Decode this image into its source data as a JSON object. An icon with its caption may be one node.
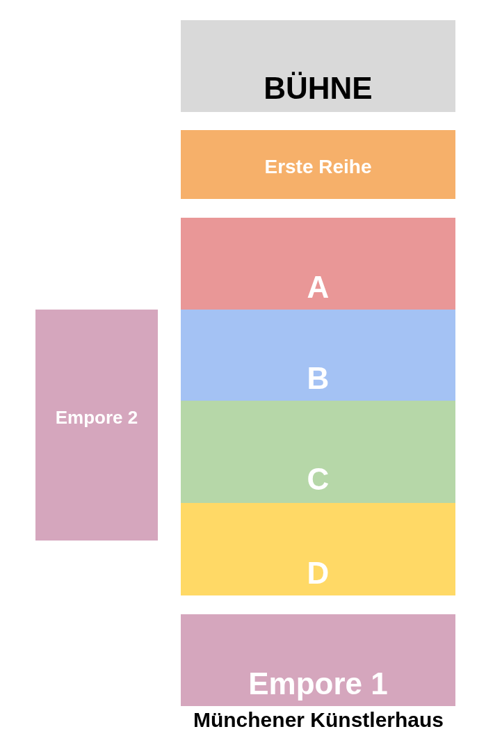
{
  "diagram": {
    "caption": "Münchener Künstlerhaus",
    "nodes": [
      {
        "text": [
          "BÜHNE"
        ]
      },
      {
        "text": [
          "Erste Reihe"
        ]
      },
      {
        "text": [
          "A"
        ]
      },
      {
        "text": [
          "Empore 2"
        ]
      },
      {
        "text": [
          "B"
        ]
      },
      {
        "text": [
          "C"
        ]
      },
      {
        "text": [
          "D"
        ]
      },
      {
        "text": [
          "Empore 1"
        ]
      }
    ]
  }
}
